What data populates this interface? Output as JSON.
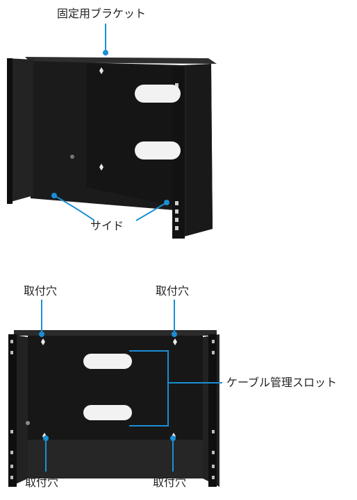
{
  "labels": {
    "top_bracket": "固定用ブラケット",
    "side": "サイド",
    "hole_top_left": "取付穴",
    "hole_top_right": "取付穴",
    "hole_bottom_left": "取付穴",
    "hole_bottom_right": "取付穴",
    "cable_slots": "ケーブル管理スロット"
  },
  "colors": {
    "leader_line": "#1a8fd6",
    "rack_dark": "#141414",
    "rack_mid": "#262626",
    "rack_light": "#3a3a3a",
    "text": "#222222"
  }
}
